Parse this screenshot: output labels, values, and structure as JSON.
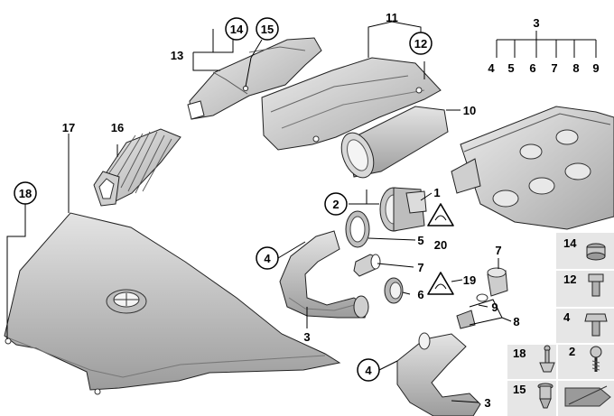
{
  "callouts": {
    "c1": "1",
    "c2": "2",
    "c3_top": "3",
    "c3_left": "3",
    "c3_bottom": "3",
    "c4_left": "4",
    "c4_bottom": "4",
    "c5": "5",
    "c6": "6",
    "c7_top": "7",
    "c7_mid": "7",
    "c8": "8",
    "c9": "9",
    "c10": "10",
    "c11": "11",
    "c12": "12",
    "c13": "13",
    "c14": "14",
    "c15": "15",
    "c16": "16",
    "c17": "17",
    "c18": "18",
    "c19": "19",
    "c20": "20",
    "g4": "4",
    "g5": "5",
    "g6": "6",
    "g7": "7",
    "g8": "8",
    "g9": "9"
  },
  "hardware_panel": {
    "items": [
      "14",
      "12",
      "4",
      "2",
      "18",
      "15"
    ]
  },
  "colors": {
    "part_fill": "#d4d4d4",
    "part_shadow": "#a9a9a9",
    "panel_bg": "#e6e6e6",
    "line": "#000000"
  }
}
